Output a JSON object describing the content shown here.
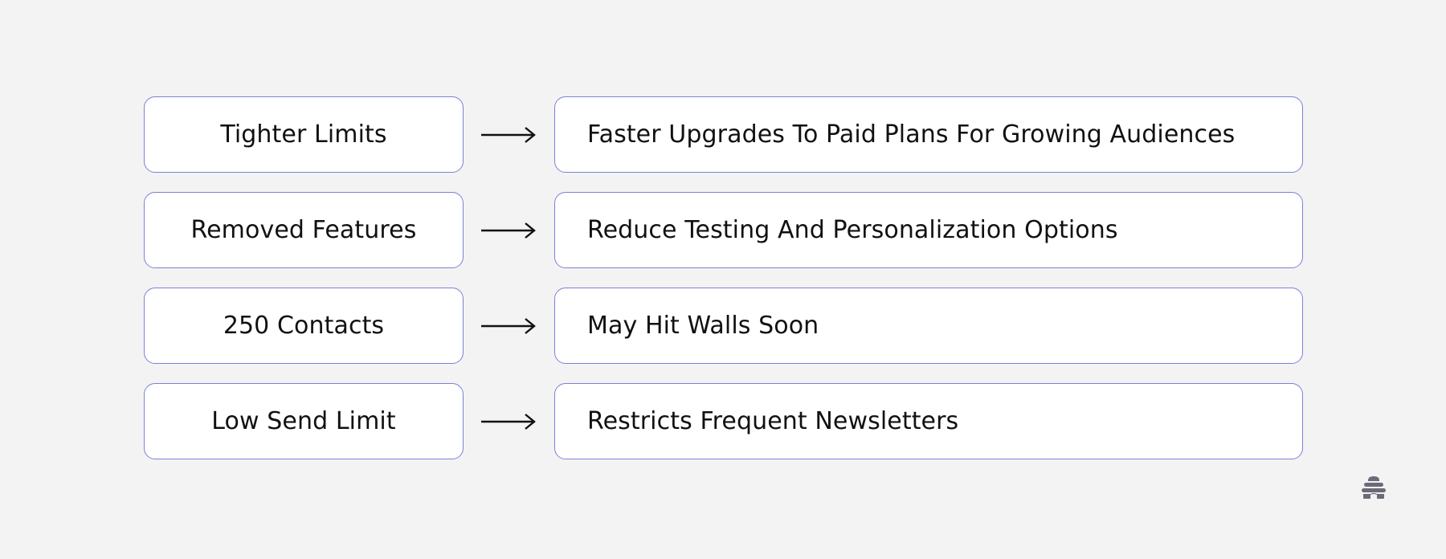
{
  "diagram": {
    "rows": [
      {
        "cause": "Tighter Limits",
        "effect": "Faster Upgrades To Paid Plans For Growing Audiences"
      },
      {
        "cause": "Removed Features",
        "effect": "Reduce Testing And Personalization Options"
      },
      {
        "cause": "250 Contacts",
        "effect": "May Hit Walls Soon"
      },
      {
        "cause": "Low Send Limit",
        "effect": "Restricts Frequent Newsletters"
      }
    ],
    "connector_icon": "right-arrow-icon",
    "colors": {
      "background": "#f3f3f3",
      "box_border": "#7c80d8",
      "box_fill": "#ffffff",
      "text": "#111111",
      "logo": "#6b6b78"
    }
  },
  "branding": {
    "logo_icon": "beehive-logo-icon"
  }
}
